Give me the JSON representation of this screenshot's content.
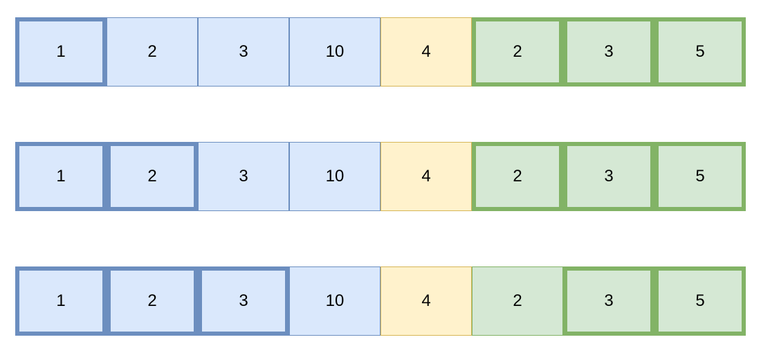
{
  "colors": {
    "blue_fill": "#dae8fc",
    "blue_stroke": "#6c8ebf",
    "yellow_fill": "#fff2cc",
    "yellow_stroke": "#d6b656",
    "green_fill": "#d5e8d4",
    "green_stroke": "#82b366"
  },
  "rows": [
    {
      "cells": [
        {
          "value": "1",
          "color": "blue",
          "highlighted": true
        },
        {
          "value": "2",
          "color": "blue",
          "highlighted": false
        },
        {
          "value": "3",
          "color": "blue",
          "highlighted": false
        },
        {
          "value": "10",
          "color": "blue",
          "highlighted": false
        },
        {
          "value": "4",
          "color": "yellow",
          "highlighted": false
        },
        {
          "value": "2",
          "color": "green",
          "highlighted": true
        },
        {
          "value": "3",
          "color": "green",
          "highlighted": true
        },
        {
          "value": "5",
          "color": "green",
          "highlighted": true
        }
      ]
    },
    {
      "cells": [
        {
          "value": "1",
          "color": "blue",
          "highlighted": true
        },
        {
          "value": "2",
          "color": "blue",
          "highlighted": true
        },
        {
          "value": "3",
          "color": "blue",
          "highlighted": false
        },
        {
          "value": "10",
          "color": "blue",
          "highlighted": false
        },
        {
          "value": "4",
          "color": "yellow",
          "highlighted": false
        },
        {
          "value": "2",
          "color": "green",
          "highlighted": true
        },
        {
          "value": "3",
          "color": "green",
          "highlighted": true
        },
        {
          "value": "5",
          "color": "green",
          "highlighted": true
        }
      ]
    },
    {
      "cells": [
        {
          "value": "1",
          "color": "blue",
          "highlighted": true
        },
        {
          "value": "2",
          "color": "blue",
          "highlighted": true
        },
        {
          "value": "3",
          "color": "blue",
          "highlighted": true
        },
        {
          "value": "10",
          "color": "blue",
          "highlighted": false
        },
        {
          "value": "4",
          "color": "yellow",
          "highlighted": false
        },
        {
          "value": "2",
          "color": "green",
          "highlighted": false
        },
        {
          "value": "3",
          "color": "green",
          "highlighted": true
        },
        {
          "value": "5",
          "color": "green",
          "highlighted": true
        }
      ]
    }
  ]
}
